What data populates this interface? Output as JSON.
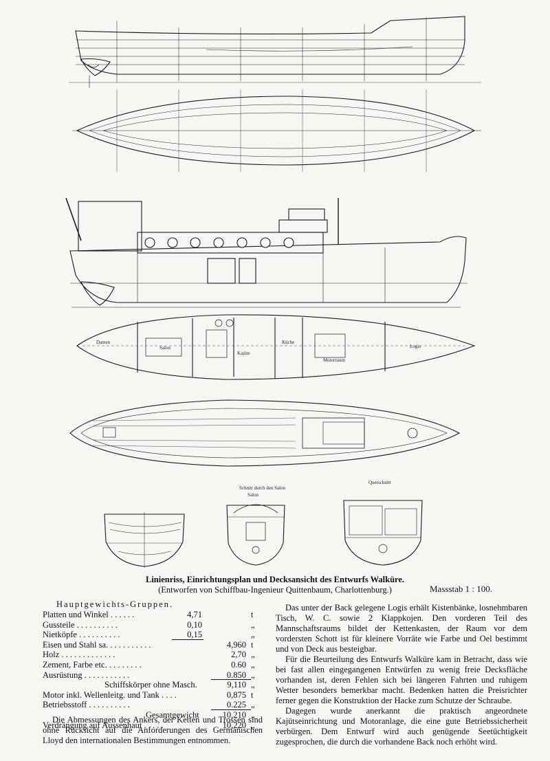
{
  "caption": {
    "title": "Linienriss, Einrichtungsplan und Decksansicht des Entwurfs Walküre.",
    "subtitle": "(Entworfen von Schiffbau-Ingenieur Quittenbaum, Charlottenburg.)",
    "scale": "Massstab 1 : 100."
  },
  "weights": {
    "heading": "Hauptgewichts-Gruppen.",
    "rows": [
      {
        "label": "Platten und Winkel . . . . . .",
        "v1": "4,71",
        "v2": "",
        "unit": "t"
      },
      {
        "label": "Gussteile . . . . . . . . . .",
        "v1": "0,10",
        "v2": "",
        "unit": "„"
      },
      {
        "label": "Nietköpfe . . . . . . . . . .",
        "v1": "0,15",
        "v2": "",
        "unit": "„"
      },
      {
        "label": "Eisen und Stahl sa. . . . . . . . . . .",
        "v1": "",
        "v2": "4,960",
        "unit": "t"
      },
      {
        "label": "Holz . . . . . . . . . . . . .",
        "v1": "",
        "v2": "2,70",
        "unit": "„"
      },
      {
        "label": "Zement, Farbe etc. . . . . . . . .",
        "v1": "",
        "v2": "0.60",
        "unit": "„"
      },
      {
        "label": "Ausrüstung . . . . . . . . . . .",
        "v1": "",
        "v2": "0.850",
        "unit": "„"
      },
      {
        "label": "Schiffskörper ohne Masch.",
        "v1": "",
        "v2": "9,110",
        "unit": "„"
      },
      {
        "label": "Motor inkl. Wellenleitg. und Tank . . . .",
        "v1": "",
        "v2": "0,875",
        "unit": "t"
      },
      {
        "label": "Betriebsstoff . . . . . . . . . .",
        "v1": "",
        "v2": "0.225",
        "unit": "„"
      },
      {
        "label": "Gesamtgewicht",
        "v1": "",
        "v2": "10,210",
        "unit": "„"
      },
      {
        "label": "Verdrängung auf Aussenhaut . . . . .",
        "v1": "",
        "v2": "10,220",
        "unit": "„"
      }
    ]
  },
  "notes": "Die Abmessungen des Ankers, der Ketten und Trossen sind ohne Rücksicht auf die Anforderungen des Germanischen Lloyd den internationalen Bestimmungen entnommen.",
  "body": [
    "Das unter der Back gelegene Logis erhält Kistenbänke, losnehmbaren Tisch, W. C. sowie 2 Klappkojen. Den vorderen Teil des Mannschaftsraums bildet der Kettenkasten, der Raum vor dem vordersten Schott ist für kleinere Vorräte wie Farbe und Oel bestimmt und von Deck aus besteigbar.",
    "Für die Beurteilung des Entwurfs Walküre kam in Betracht, dass wie bei fast allen eingegangenen Entwürfen zu wenig freie Decksfläche vorhanden ist, deren Fehlen sich bei längeren Fahrten und ruhigem Wetter besonders bemerkbar macht. Bedenken hatten die Preisrichter ferner gegen die Konstruktion der Hacke zum Schutze der Schraube.",
    "Dagegen wurde anerkannt die praktisch angeordnete Kajütseinrichtung und Motoranlage, die eine gute Betriebssicherheit verbürgen. Dem Entwurf wird auch genügende Seetüchtigkeit zugesprochen, die durch die vorhandene Back noch erhöht wird."
  ],
  "drawing_labels": {
    "section_1": "Schnitt durch den Salon",
    "section_1_room": "Salon",
    "section_2_title": "Querschnitt",
    "saloon": "Salon",
    "cabin": "Kajüte",
    "engine_room": "Motorraum",
    "logis": "Logis",
    "aft_room": "Damen",
    "galley": "Küche"
  }
}
